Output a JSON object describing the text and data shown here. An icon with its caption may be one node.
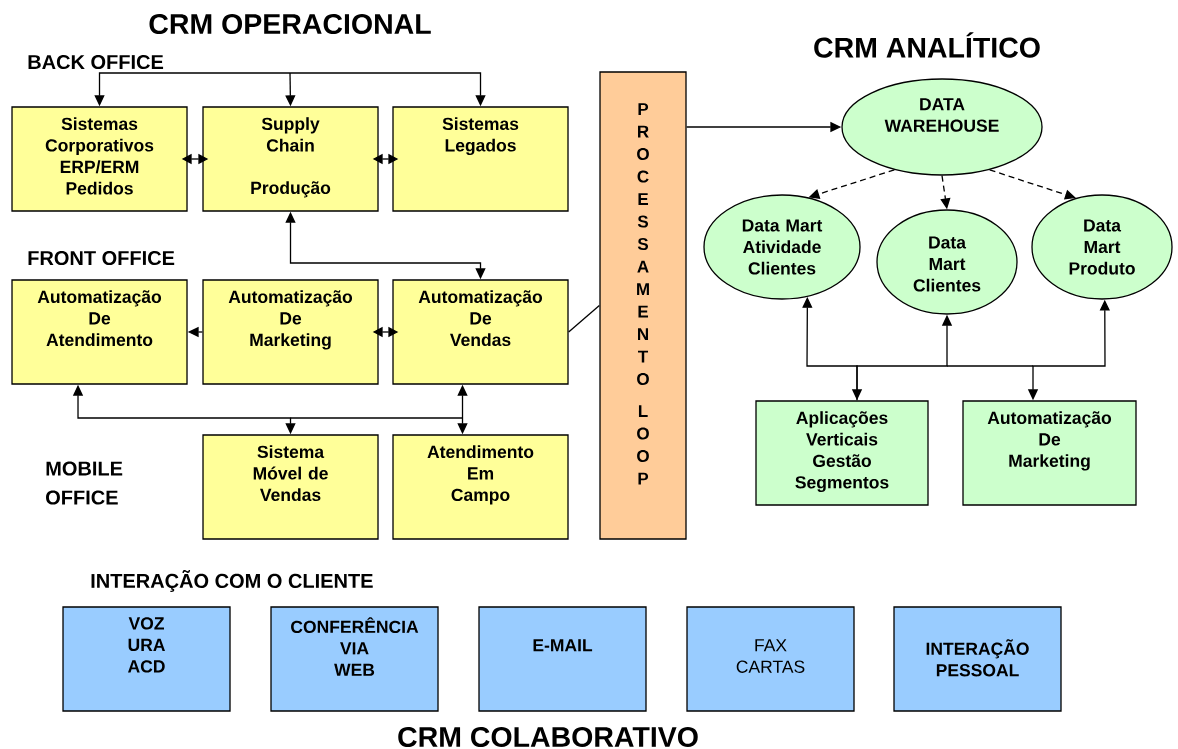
{
  "diagram": {
    "nodes": [
      {
        "text": [
          "Sistemas Corporativos ERP/ERM Pedidos"
        ]
      },
      {
        "text": [
          "Supply Chain",
          "Produção"
        ]
      },
      {
        "text": [
          "Sistemas Legados"
        ]
      },
      {
        "text": [
          "Automatização De Atendimento"
        ]
      },
      {
        "text": [
          "Automatização De Marketing"
        ]
      },
      {
        "text": [
          "Automatização De Vendas"
        ]
      },
      {
        "text": [
          "Sistema Móvel de Vendas"
        ]
      },
      {
        "text": [
          "Atendimento Em Campo"
        ]
      },
      {
        "text": [
          "PROCESSAMENTO",
          "LOOP"
        ]
      },
      {
        "text": [
          "DATA WAREHOUSE"
        ]
      },
      {
        "text": [
          "Data Mart Atividade Clientes"
        ]
      },
      {
        "text": [
          "Data Mart Clientes"
        ]
      },
      {
        "text": [
          "Data Mart Produto"
        ]
      },
      {
        "text": [
          "Aplicações Verticais Gestão Segmentos"
        ]
      },
      {
        "text": [
          "Automatização De Marketing"
        ]
      },
      {
        "text": [
          "VOZ URA ACD"
        ]
      },
      {
        "text": [
          "CONFERÊNCIA VIA WEB"
        ]
      },
      {
        "text": [
          "E-MAIL"
        ]
      },
      {
        "text": [
          "FAX CARTAS"
        ]
      },
      {
        "text": [
          "INTERAÇÃO PESSOAL"
        ]
      }
    ],
    "edges": [
      {
        "from": null,
        "to": 0,
        "arrow": "to"
      },
      {
        "from": null,
        "to": 1,
        "arrow": "to"
      },
      {
        "from": null,
        "to": 2,
        "arrow": "to"
      },
      {
        "from": 0,
        "to": 1,
        "arrow": "both"
      },
      {
        "from": 1,
        "to": 2,
        "arrow": "both"
      },
      {
        "from": 1,
        "to": 5,
        "arrow": "both"
      },
      {
        "from": 4,
        "to": 3,
        "arrow": "to"
      },
      {
        "from": 4,
        "to": 5,
        "arrow": "both"
      },
      {
        "from": 3,
        "to": 6,
        "arrow": "both"
      },
      {
        "from": 5,
        "to": 7,
        "arrow": "both"
      },
      {
        "from": 5,
        "to": 8,
        "arrow": "none"
      },
      {
        "from": 8,
        "to": 9,
        "arrow": "to"
      },
      {
        "from": 9,
        "to": 10,
        "arrow": "to",
        "style": "dashed"
      },
      {
        "from": 9,
        "to": 11,
        "arrow": "to",
        "style": "dashed"
      },
      {
        "from": 9,
        "to": 12,
        "arrow": "to",
        "style": "dashed"
      },
      {
        "from": 13,
        "to": 10,
        "arrow": "both"
      },
      {
        "from": 13,
        "to": 11,
        "arrow": "to"
      },
      {
        "from": 14,
        "to": 12,
        "arrow": "both"
      }
    ],
    "labels": [
      "CRM OPERACIONAL",
      "CRM ANALÍTICO",
      "BACK OFFICE",
      "FRONT OFFICE",
      "MOBILE OFFICE",
      "INTERAÇÃO COM O CLIENTE",
      "CRM COLABORATIVO"
    ]
  }
}
